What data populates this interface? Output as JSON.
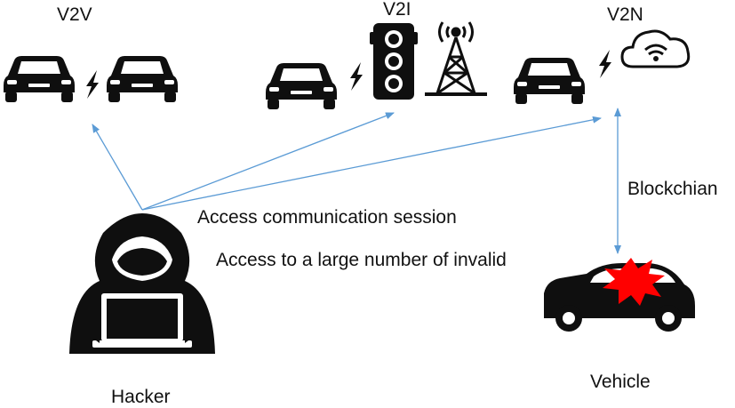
{
  "labels": {
    "v2v": "V2V",
    "v2i": "V2I",
    "v2n": "V2N",
    "blockchain": "Blockchian",
    "hacker": "Hacker",
    "vehicle": "Vehicle",
    "attack1": "Access communication session",
    "attack2": "Access to a large number of invalid"
  },
  "icons": {
    "car": "car-icon",
    "lightning": "lightning-icon",
    "traffic_light": "traffic-light-icon",
    "antenna": "radio-tower-icon",
    "cloud_wifi": "cloud-wifi-icon",
    "hacker": "hooded-hacker-icon",
    "crash": "explosion-icon"
  },
  "colors": {
    "arrow": "#5b9bd5",
    "explosion": "#ff0000",
    "icon": "#0f0f0f",
    "text": "#111111"
  }
}
